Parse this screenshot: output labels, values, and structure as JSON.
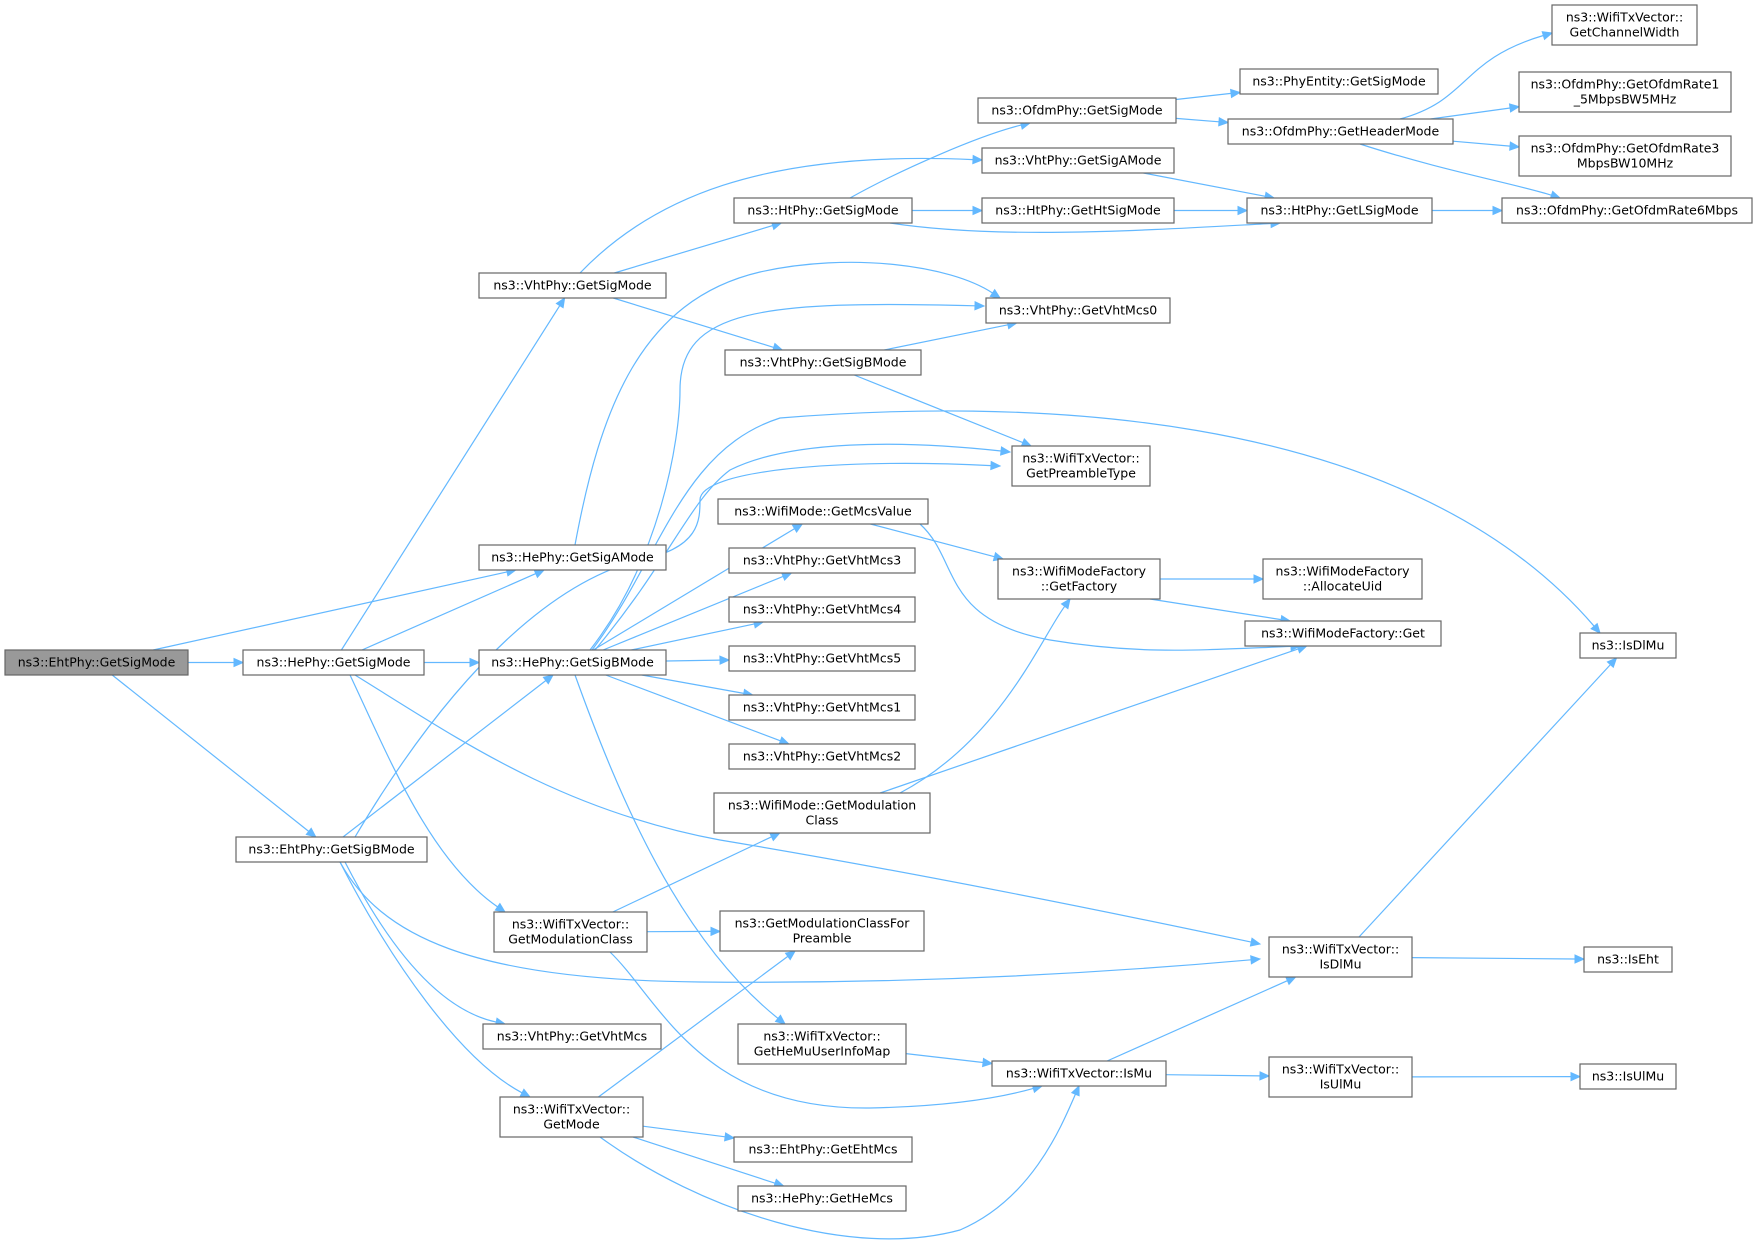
{
  "graph": {
    "root": "n_eht_sigmode",
    "colors": {
      "edge": "#63b8ff",
      "node_border": "#666666",
      "root_fill": "#999999",
      "node_fill": "#ffffff"
    },
    "nodes": [
      {
        "id": "n_eht_sigmode",
        "lines": [
          "ns3::EhtPhy::GetSigMode"
        ]
      },
      {
        "id": "n_he_sigmode",
        "lines": [
          "ns3::HePhy::GetSigMode"
        ]
      },
      {
        "id": "n_eht_sigbmode",
        "lines": [
          "ns3::EhtPhy::GetSigBMode"
        ]
      },
      {
        "id": "n_he_sigamode",
        "lines": [
          "ns3::HePhy::GetSigAMode"
        ]
      },
      {
        "id": "n_vht_sigmode",
        "lines": [
          "ns3::VhtPhy::GetSigMode"
        ]
      },
      {
        "id": "n_he_sigbmode",
        "lines": [
          "ns3::HePhy::GetSigBMode"
        ]
      },
      {
        "id": "n_txv_getmodclass",
        "lines": [
          "ns3::WifiTxVector::",
          "GetModulationClass"
        ]
      },
      {
        "id": "n_vht_getvhtmcs",
        "lines": [
          "ns3::VhtPhy::GetVhtMcs"
        ]
      },
      {
        "id": "n_txv_getmode",
        "lines": [
          "ns3::WifiTxVector::",
          "GetMode"
        ]
      },
      {
        "id": "n_ht_sigmode",
        "lines": [
          "ns3::HtPhy::GetSigMode"
        ]
      },
      {
        "id": "n_vht_sigbmode",
        "lines": [
          "ns3::VhtPhy::GetSigBMode"
        ]
      },
      {
        "id": "n_wm_getmcsvalue",
        "lines": [
          "ns3::WifiMode::GetMcsValue"
        ]
      },
      {
        "id": "n_vhtmcs3",
        "lines": [
          "ns3::VhtPhy::GetVhtMcs3"
        ]
      },
      {
        "id": "n_vhtmcs4",
        "lines": [
          "ns3::VhtPhy::GetVhtMcs4"
        ]
      },
      {
        "id": "n_vhtmcs5",
        "lines": [
          "ns3::VhtPhy::GetVhtMcs5"
        ]
      },
      {
        "id": "n_vhtmcs1",
        "lines": [
          "ns3::VhtPhy::GetVhtMcs1"
        ]
      },
      {
        "id": "n_vhtmcs2",
        "lines": [
          "ns3::VhtPhy::GetVhtMcs2"
        ]
      },
      {
        "id": "n_wm_getmodclass",
        "lines": [
          "ns3::WifiMode::GetModulation",
          "Class"
        ]
      },
      {
        "id": "n_getmodclassforpre",
        "lines": [
          "ns3::GetModulationClassFor",
          "Preamble"
        ]
      },
      {
        "id": "n_txv_heuserinfo",
        "lines": [
          "ns3::WifiTxVector::",
          "GetHeMuUserInfoMap"
        ]
      },
      {
        "id": "n_eht_getehtmcs",
        "lines": [
          "ns3::EhtPhy::GetEhtMcs"
        ]
      },
      {
        "id": "n_he_gethemcs",
        "lines": [
          "ns3::HePhy::GetHeMcs"
        ]
      },
      {
        "id": "n_ofdm_sigmode",
        "lines": [
          "ns3::OfdmPhy::GetSigMode"
        ]
      },
      {
        "id": "n_vht_sigamode",
        "lines": [
          "ns3::VhtPhy::GetSigAMode"
        ]
      },
      {
        "id": "n_ht_htsigmode",
        "lines": [
          "ns3::HtPhy::GetHtSigMode"
        ]
      },
      {
        "id": "n_vhtmcs0",
        "lines": [
          "ns3::VhtPhy::GetVhtMcs0"
        ]
      },
      {
        "id": "n_txv_preamble",
        "lines": [
          "ns3::WifiTxVector::",
          "GetPreambleType"
        ]
      },
      {
        "id": "n_wmf_getfactory",
        "lines": [
          "ns3::WifiModeFactory",
          "::GetFactory"
        ]
      },
      {
        "id": "n_txv_ismu",
        "lines": [
          "ns3::WifiTxVector::IsMu"
        ]
      },
      {
        "id": "n_pe_sigmode",
        "lines": [
          "ns3::PhyEntity::GetSigMode"
        ]
      },
      {
        "id": "n_ofdm_headermode",
        "lines": [
          "ns3::OfdmPhy::GetHeaderMode"
        ]
      },
      {
        "id": "n_ht_lsigmode",
        "lines": [
          "ns3::HtPhy::GetLSigMode"
        ]
      },
      {
        "id": "n_wmf_allocateuid",
        "lines": [
          "ns3::WifiModeFactory",
          "::AllocateUid"
        ]
      },
      {
        "id": "n_wmf_get",
        "lines": [
          "ns3::WifiModeFactory::Get"
        ]
      },
      {
        "id": "n_txv_isdlmu",
        "lines": [
          "ns3::WifiTxVector::",
          "IsDlMu"
        ]
      },
      {
        "id": "n_txv_isulmu",
        "lines": [
          "ns3::WifiTxVector::",
          "IsUlMu"
        ]
      },
      {
        "id": "n_txv_chanwidth",
        "lines": [
          "ns3::WifiTxVector::",
          "GetChannelWidth"
        ]
      },
      {
        "id": "n_ofdm_rate15",
        "lines": [
          "ns3::OfdmPhy::GetOfdmRate1",
          "_5MbpsBW5MHz"
        ]
      },
      {
        "id": "n_ofdm_rate3",
        "lines": [
          "ns3::OfdmPhy::GetOfdmRate3",
          "MbpsBW10MHz"
        ]
      },
      {
        "id": "n_ofdm_rate6",
        "lines": [
          "ns3::OfdmPhy::GetOfdmRate6Mbps"
        ]
      },
      {
        "id": "n_isdlmu",
        "lines": [
          "ns3::IsDlMu"
        ]
      },
      {
        "id": "n_iseht",
        "lines": [
          "ns3::IsEht"
        ]
      },
      {
        "id": "n_isulmu",
        "lines": [
          "ns3::IsUlMu"
        ]
      }
    ],
    "edges": [
      {
        "from": "n_eht_sigmode",
        "to": "n_he_sigmode"
      },
      {
        "from": "n_eht_sigmode",
        "to": "n_eht_sigbmode"
      },
      {
        "from": "n_eht_sigmode",
        "to": "n_he_sigamode"
      },
      {
        "from": "n_he_sigmode",
        "to": "n_vht_sigmode"
      },
      {
        "from": "n_he_sigmode",
        "to": "n_he_sigamode"
      },
      {
        "from": "n_he_sigmode",
        "to": "n_he_sigbmode"
      },
      {
        "from": "n_he_sigmode",
        "to": "n_txv_getmodclass"
      },
      {
        "from": "n_he_sigmode",
        "to": "n_txv_isdlmu"
      },
      {
        "from": "n_eht_sigbmode",
        "to": "n_he_sigbmode"
      },
      {
        "from": "n_eht_sigbmode",
        "to": "n_txv_preamble"
      },
      {
        "from": "n_eht_sigbmode",
        "to": "n_vht_getvhtmcs"
      },
      {
        "from": "n_eht_sigbmode",
        "to": "n_txv_getmode"
      },
      {
        "from": "n_eht_sigbmode",
        "to": "n_txv_isdlmu"
      },
      {
        "from": "n_he_sigamode",
        "to": "n_vhtmcs0"
      },
      {
        "from": "n_vht_sigmode",
        "to": "n_ht_sigmode"
      },
      {
        "from": "n_vht_sigmode",
        "to": "n_vht_sigamode"
      },
      {
        "from": "n_vht_sigmode",
        "to": "n_vht_sigbmode"
      },
      {
        "from": "n_he_sigbmode",
        "to": "n_vhtmcs0"
      },
      {
        "from": "n_he_sigbmode",
        "to": "n_txv_preamble"
      },
      {
        "from": "n_he_sigbmode",
        "to": "n_isdlmu"
      },
      {
        "from": "n_he_sigbmode",
        "to": "n_wm_getmcsvalue"
      },
      {
        "from": "n_he_sigbmode",
        "to": "n_vhtmcs3"
      },
      {
        "from": "n_he_sigbmode",
        "to": "n_vhtmcs4"
      },
      {
        "from": "n_he_sigbmode",
        "to": "n_vhtmcs5"
      },
      {
        "from": "n_he_sigbmode",
        "to": "n_vhtmcs1"
      },
      {
        "from": "n_he_sigbmode",
        "to": "n_vhtmcs2"
      },
      {
        "from": "n_he_sigbmode",
        "to": "n_txv_heuserinfo"
      },
      {
        "from": "n_txv_getmodclass",
        "to": "n_wm_getmodclass"
      },
      {
        "from": "n_txv_getmodclass",
        "to": "n_getmodclassforpre"
      },
      {
        "from": "n_txv_getmodclass",
        "to": "n_txv_ismu"
      },
      {
        "from": "n_txv_getmode",
        "to": "n_getmodclassforpre"
      },
      {
        "from": "n_txv_getmode",
        "to": "n_eht_getehtmcs"
      },
      {
        "from": "n_txv_getmode",
        "to": "n_he_gethemcs"
      },
      {
        "from": "n_txv_getmode",
        "to": "n_txv_ismu"
      },
      {
        "from": "n_ht_sigmode",
        "to": "n_ofdm_sigmode"
      },
      {
        "from": "n_ht_sigmode",
        "to": "n_ht_htsigmode"
      },
      {
        "from": "n_ht_sigmode",
        "to": "n_ht_lsigmode"
      },
      {
        "from": "n_vht_sigbmode",
        "to": "n_vhtmcs0"
      },
      {
        "from": "n_vht_sigbmode",
        "to": "n_txv_preamble"
      },
      {
        "from": "n_vht_sigamode",
        "to": "n_ht_lsigmode"
      },
      {
        "from": "n_ht_htsigmode",
        "to": "n_ht_lsigmode"
      },
      {
        "from": "n_ofdm_sigmode",
        "to": "n_pe_sigmode"
      },
      {
        "from": "n_ofdm_sigmode",
        "to": "n_ofdm_headermode"
      },
      {
        "from": "n_ofdm_headermode",
        "to": "n_txv_chanwidth"
      },
      {
        "from": "n_ofdm_headermode",
        "to": "n_ofdm_rate15"
      },
      {
        "from": "n_ofdm_headermode",
        "to": "n_ofdm_rate3"
      },
      {
        "from": "n_ofdm_headermode",
        "to": "n_ofdm_rate6"
      },
      {
        "from": "n_ht_lsigmode",
        "to": "n_ofdm_rate6"
      },
      {
        "from": "n_wm_getmcsvalue",
        "to": "n_wmf_getfactory"
      },
      {
        "from": "n_wm_getmcsvalue",
        "to": "n_wmf_get"
      },
      {
        "from": "n_wm_getmodclass",
        "to": "n_wmf_getfactory"
      },
      {
        "from": "n_wm_getmodclass",
        "to": "n_wmf_get"
      },
      {
        "from": "n_wmf_getfactory",
        "to": "n_wmf_allocateuid"
      },
      {
        "from": "n_wmf_getfactory",
        "to": "n_wmf_get"
      },
      {
        "from": "n_txv_heuserinfo",
        "to": "n_txv_ismu"
      },
      {
        "from": "n_txv_ismu",
        "to": "n_txv_isdlmu"
      },
      {
        "from": "n_txv_ismu",
        "to": "n_txv_isulmu"
      },
      {
        "from": "n_txv_isdlmu",
        "to": "n_isdlmu"
      },
      {
        "from": "n_txv_isdlmu",
        "to": "n_iseht"
      },
      {
        "from": "n_txv_isulmu",
        "to": "n_isulmu"
      }
    ]
  }
}
